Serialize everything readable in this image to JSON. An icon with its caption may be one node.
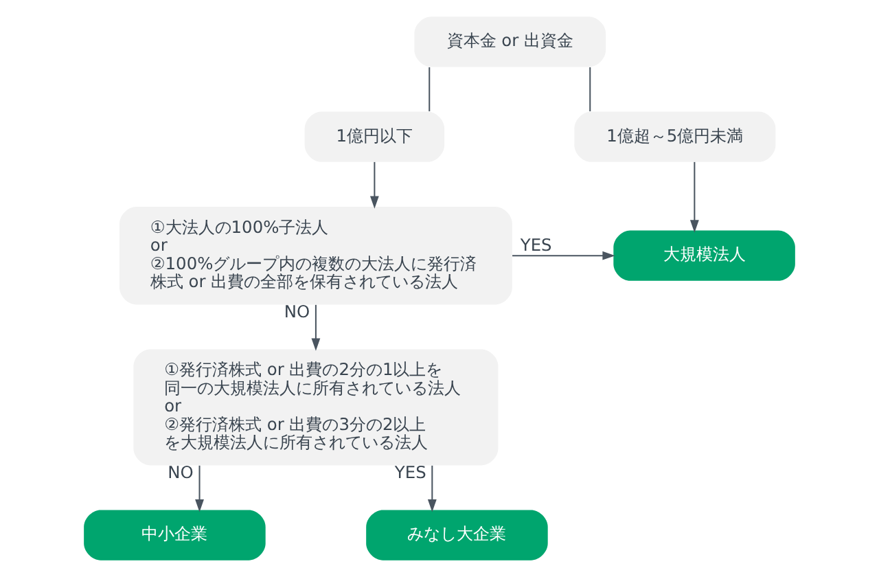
{
  "diagram": {
    "nodes": [
      {
        "text": [
          "資本金 or 出資金"
        ]
      },
      {
        "text": [
          "1億円以下"
        ]
      },
      {
        "text": [
          "1億超～5億円未満"
        ]
      },
      {
        "text": [
          "①大法人の100%子法人",
          "or",
          "②100%グループ内の複数の大法人に発行済株式 or 出費の全部を保有されている法人"
        ]
      },
      {
        "text": [
          "大規模法人"
        ]
      },
      {
        "text": [
          "①発行済株式 or 出費の2分の1以上を同一の大規模法人に所有されている法人",
          "or",
          "②発行済株式 or 出費の3分の2以上を大規模法人に所有されている法人"
        ]
      },
      {
        "text": [
          "中小企業"
        ]
      },
      {
        "text": [
          "みなし大企業"
        ]
      }
    ],
    "edges": [
      {
        "from": 0,
        "to": 1,
        "arrow": "none"
      },
      {
        "from": 0,
        "to": 2,
        "arrow": "none"
      },
      {
        "from": 1,
        "to": 3,
        "arrow": "to"
      },
      {
        "from": 2,
        "to": 4,
        "arrow": "to"
      },
      {
        "from": 3,
        "to": 4,
        "arrow": "to",
        "label": "YES"
      },
      {
        "from": 3,
        "to": 5,
        "arrow": "to",
        "label": "NO"
      },
      {
        "from": 5,
        "to": 6,
        "arrow": "to",
        "label": "NO"
      },
      {
        "from": 5,
        "to": 7,
        "arrow": "to",
        "label": "YES"
      }
    ]
  }
}
